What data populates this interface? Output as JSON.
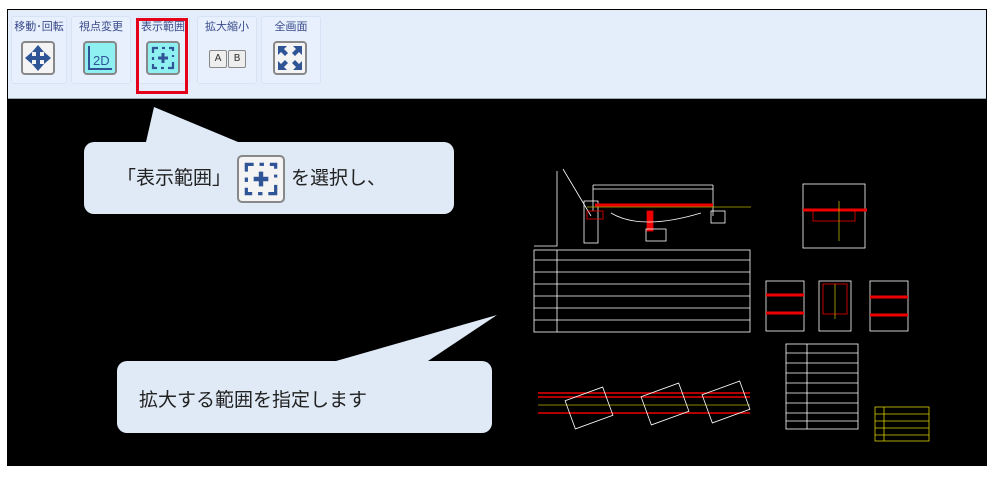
{
  "toolbar": {
    "groups": [
      {
        "label": "移動･回転",
        "icon": "move-arrows-icon"
      },
      {
        "label": "視点変更",
        "icon": "2d-view-icon",
        "icon_text": "2D"
      },
      {
        "label": "表示範囲",
        "icon": "zoom-window-icon"
      },
      {
        "label": "拡大縮小",
        "icon": "zoom-in-out-icon",
        "buttons": [
          "A",
          "B"
        ]
      },
      {
        "label": "全画面",
        "icon": "fullscreen-icon"
      }
    ],
    "highlight_color": "#e5001a"
  },
  "callouts": {
    "first_prefix": "「表示範囲」",
    "first_suffix": "を選択し、",
    "second": "拡大する範囲を指定します"
  },
  "colors": {
    "toolbar_bg": "#e4eefb",
    "canvas_bg": "#000000",
    "callout_bg": "#dfeaf6"
  }
}
